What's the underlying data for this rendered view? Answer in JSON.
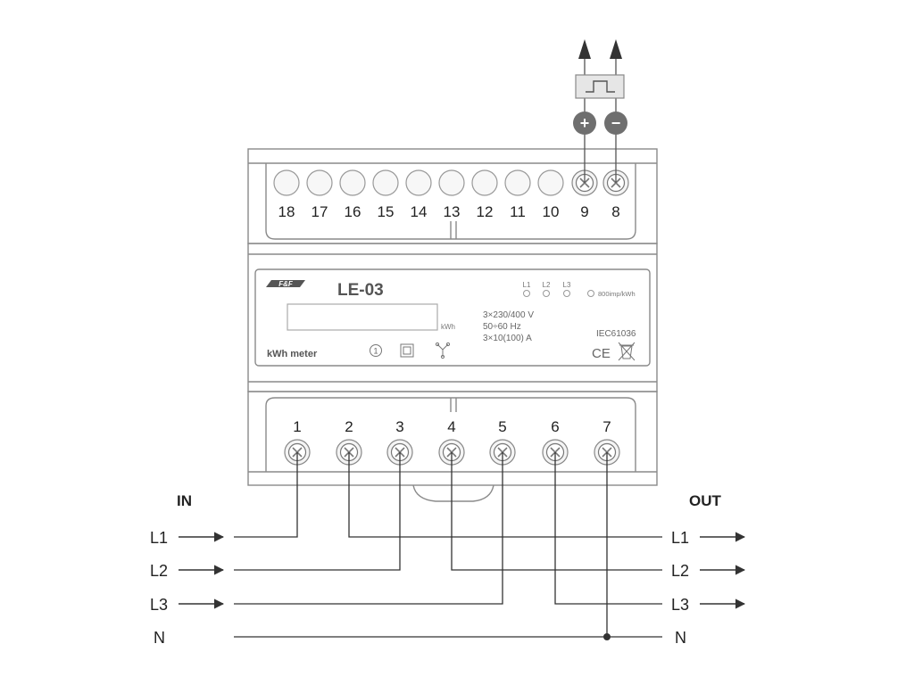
{
  "device": {
    "brand": "F&F",
    "model": "LE-03",
    "display_unit": "kWh",
    "type_label": "kWh meter",
    "class_symbol": "1",
    "specs": [
      "3×230/400 V",
      "50÷60 Hz",
      "3×10(100) A"
    ],
    "standard": "IEC61036",
    "led_labels": [
      "L1",
      "L2",
      "L3"
    ],
    "impulse_label": "800imp/kWh",
    "ce_mark": "CE"
  },
  "top_terminals": [
    "18",
    "17",
    "16",
    "15",
    "14",
    "13",
    "12",
    "11",
    "10",
    "9",
    "8"
  ],
  "bottom_terminals": [
    "1",
    "2",
    "3",
    "4",
    "5",
    "6",
    "7"
  ],
  "pulse_output": {
    "plus": "+",
    "minus": "−"
  },
  "wiring": {
    "in_title": "IN",
    "out_title": "OUT",
    "in_lines": [
      "L1",
      "L2",
      "L3",
      "N"
    ],
    "out_lines": [
      "L1",
      "L2",
      "L3",
      "N"
    ]
  },
  "colors": {
    "outline": "#888888",
    "wire": "#333333",
    "terminal_badge": "#707070",
    "text": "#222222"
  }
}
